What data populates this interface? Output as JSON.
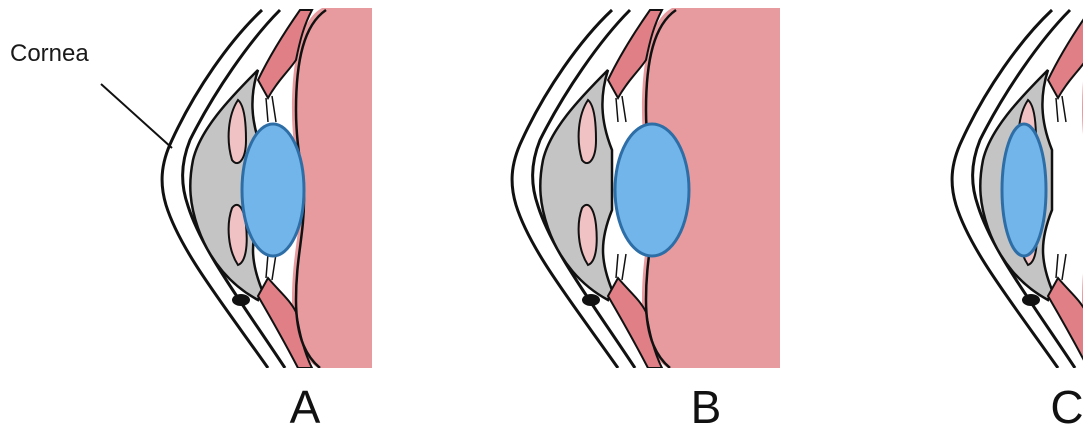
{
  "labels": {
    "cornea": "Cornea"
  },
  "panels": [
    {
      "label": "A"
    },
    {
      "label": "B"
    },
    {
      "label": "C"
    }
  ],
  "colors": {
    "background": "#ffffff",
    "outline": "#111111",
    "eyeball_interior": "#e89b9e",
    "muscle_pink": "#e07f85",
    "chamber_gray": "#c4c4c4",
    "lens_blue": "#72b5ea",
    "lens_outline": "#2e6ea7",
    "iris_pink": "#f1c2c3"
  }
}
